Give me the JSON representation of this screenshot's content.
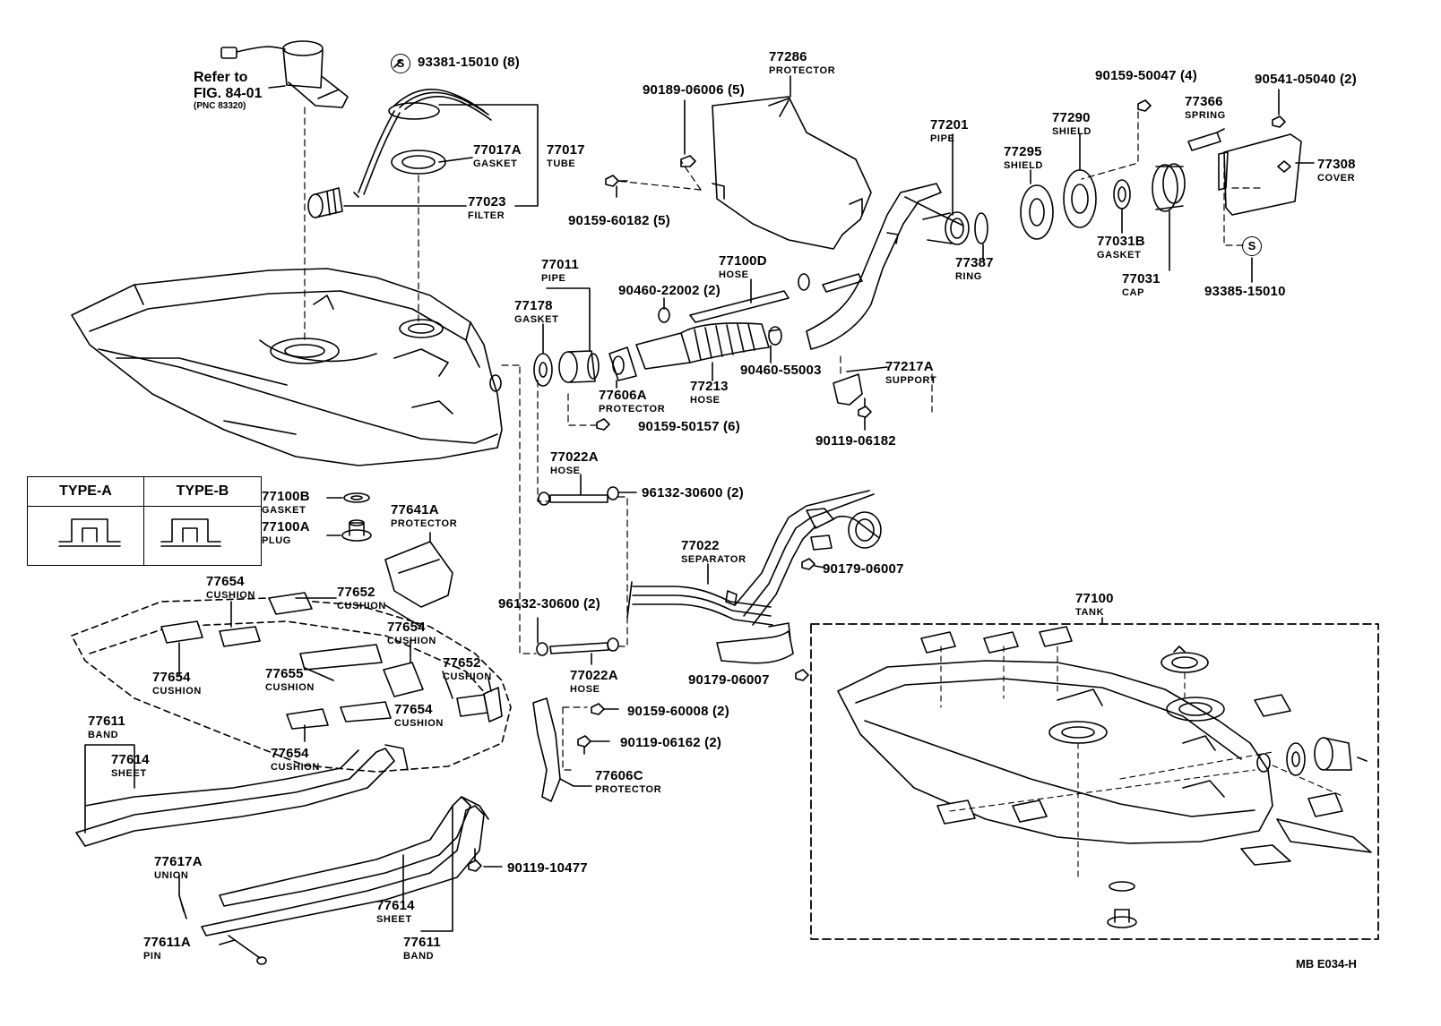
{
  "diagram": {
    "code": "MB  E034-H",
    "reference": {
      "line1": "Refer to",
      "line2": "FIG. 84-01",
      "line3": "(PNC 83320)"
    },
    "type_box": {
      "type_a": "TYPE-A",
      "type_b": "TYPE-B"
    },
    "s_symbol": "S",
    "parts": {
      "p93381": "93381-15010 (8)",
      "p77017A": "77017A",
      "p77017A_name": "GASKET",
      "p77017": "77017",
      "p77017_name": "TUBE",
      "p77023": "77023",
      "p77023_name": "FILTER",
      "p77286": "77286",
      "p77286_name": "PROTECTOR",
      "p90189": "90189-06006 (5)",
      "p90159_60182": "90159-60182 (5)",
      "p77201": "77201",
      "p77201_name": "PIPE",
      "p77290": "77290",
      "p77290_name": "SHIELD",
      "p77295": "77295",
      "p77295_name": "SHIELD",
      "p90159_50047": "90159-50047 (4)",
      "p77366": "77366",
      "p77366_name": "SPRING",
      "p90541": "90541-05040 (2)",
      "p77308": "77308",
      "p77308_name": "COVER",
      "p77387": "77387",
      "p77387_name": "RING",
      "p77031B": "77031B",
      "p77031B_name": "GASKET",
      "p77031": "77031",
      "p77031_name": "CAP",
      "p93385": "93385-15010",
      "p77011": "77011",
      "p77011_name": "PIPE",
      "p77100D": "77100D",
      "p77100D_name": "HOSE",
      "p90460_22002": "90460-22002 (2)",
      "p77178": "77178",
      "p77178_name": "GASKET",
      "p90460_55003": "90460-55003",
      "p77217A": "77217A",
      "p77217A_name": "SUPPORT",
      "p77213": "77213",
      "p77213_name": "HOSE",
      "p77606A": "77606A",
      "p77606A_name": "PROTECTOR",
      "p90159_50157": "90159-50157 (6)",
      "p90119_06182": "90119-06182",
      "p77022A_top": "77022A",
      "p77022A_top_name": "HOSE",
      "p96132_top": "96132-30600 (2)",
      "p77100B": "77100B",
      "p77100B_name": "GASKET",
      "p77100A": "77100A",
      "p77100A_name": "PLUG",
      "p77641A": "77641A",
      "p77641A_name": "PROTECTOR",
      "p77022": "77022",
      "p77022_name": "SEPARATOR",
      "p90179_a": "90179-06007",
      "p77654_a": "77654",
      "p77654_a_name": "CUSHION",
      "p77652_a": "77652",
      "p77652_a_name": "CUSHION",
      "p96132_bot": "96132-30600 (2)",
      "p77100": "77100",
      "p77100_name": "TANK",
      "p77654_b": "77654",
      "p77654_b_name": "CUSHION",
      "p77652_b": "77652",
      "p77652_b_name": "CUSHION",
      "p77654_c": "77654",
      "p77654_c_name": "CUSHION",
      "p77655": "77655",
      "p77655_name": "CUSHION",
      "p77022A_bot": "77022A",
      "p77022A_bot_name": "HOSE",
      "p90179_b": "90179-06007",
      "p77654_d": "77654",
      "p77654_d_name": "CUSHION",
      "p90159_60008": "90159-60008 (2)",
      "p77611_a": "77611",
      "p77611_a_name": "BAND",
      "p77614_a": "77614",
      "p77614_a_name": "SHEET",
      "p90119_06162": "90119-06162 (2)",
      "p77654_e": "77654",
      "p77654_e_name": "CUSHION",
      "p77606C": "77606C",
      "p77606C_name": "PROTECTOR",
      "p77617A": "77617A",
      "p77617A_name": "UNION",
      "p90119_10477": "90119-10477",
      "p77614_b": "77614",
      "p77614_b_name": "SHEET",
      "p77611A": "77611A",
      "p77611A_name": "PIN",
      "p77611_b": "77611",
      "p77611_b_name": "BAND"
    }
  }
}
